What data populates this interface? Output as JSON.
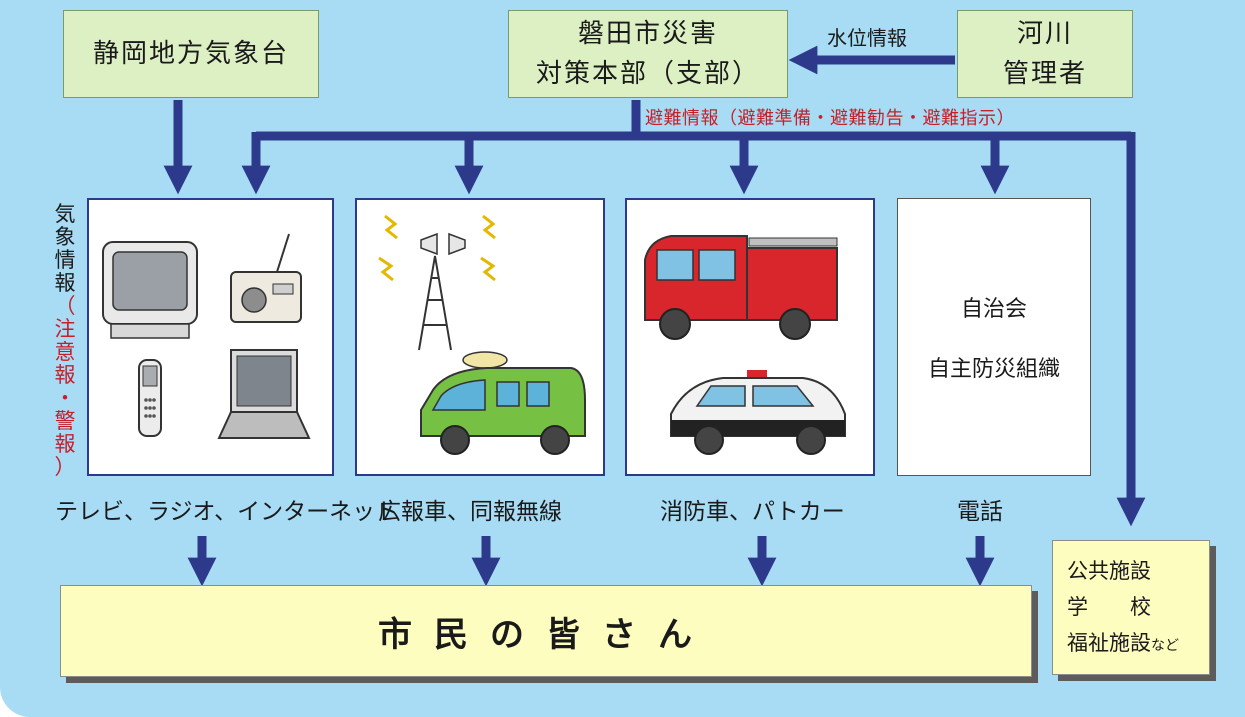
{
  "nodes": {
    "jma": "静岡地方気象台",
    "hq": "磐田市災害\n対策本部（支部）",
    "river": "河川\n管理者"
  },
  "edges": {
    "water_info": "水位情報",
    "evac_info": "避難情報（避難準備・避難勧告・避難指示）"
  },
  "weather_info": {
    "title": [
      "気",
      "象",
      "情",
      "報"
    ],
    "sub": [
      "（",
      "注",
      "意",
      "報",
      "・",
      "警",
      "報",
      "）"
    ]
  },
  "channels": [
    {
      "label": "テレビ、ラジオ、インターネット",
      "icons": [
        "tv-icon",
        "radio-icon",
        "mobile-phone-icon",
        "laptop-icon"
      ]
    },
    {
      "label": "広報車、同報無線",
      "icons": [
        "radio-tower-speaker-icon",
        "pr-van-icon"
      ]
    },
    {
      "label": "消防車、パトカー",
      "icons": [
        "fire-truck-icon",
        "police-car-icon"
      ]
    },
    {
      "label": "電話",
      "lines": [
        "自治会",
        "自主防災組織"
      ]
    }
  ],
  "citizens": "市民の皆さん",
  "public_facilities": {
    "line1": "公共施設",
    "line2": "学　　校",
    "line3": "福祉施設",
    "suffix": "など"
  },
  "colors": {
    "background": "#a8dcf4",
    "arrow": "#2d3a8c",
    "source_box": "#ddf0c4",
    "target_box": "#fefdc0",
    "red_text": "#c4202a"
  }
}
